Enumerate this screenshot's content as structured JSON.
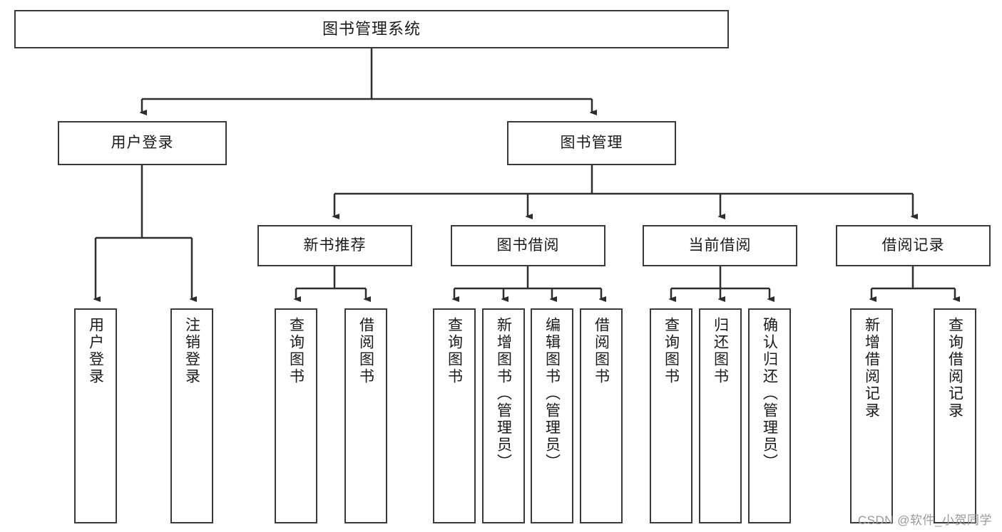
{
  "diagram": {
    "title": "图书管理系统",
    "watermark": "CSDN @软件_小贺同学",
    "root": {
      "label": "图书管理系统"
    },
    "level2": [
      {
        "label": "用户登录"
      },
      {
        "label": "图书管理"
      }
    ],
    "level3": [
      {
        "label": "新书推荐"
      },
      {
        "label": "图书借阅"
      },
      {
        "label": "当前借阅"
      },
      {
        "label": "借阅记录"
      }
    ],
    "leaves": {
      "user_login": [
        {
          "label": "用户登录"
        },
        {
          "label": "注销登录"
        }
      ],
      "new_book": [
        {
          "label": "查询图书"
        },
        {
          "label": "借阅图书"
        }
      ],
      "book_borrow": [
        {
          "label": "查询图书"
        },
        {
          "label": "新增图书（管理员）"
        },
        {
          "label": "编辑图书（管理员）"
        },
        {
          "label": "借阅图书"
        }
      ],
      "current_borrow": [
        {
          "label": "查询图书"
        },
        {
          "label": "归还图书"
        },
        {
          "label": "确认归还（管理员）"
        }
      ],
      "borrow_record": [
        {
          "label": "新增借阅记录"
        },
        {
          "label": "查询借阅记录"
        }
      ]
    },
    "colors": {
      "stroke": "#3a3a3a",
      "fill": "#ffffff",
      "text": "#1a1a1a",
      "watermark": "#9a9a9a"
    }
  }
}
